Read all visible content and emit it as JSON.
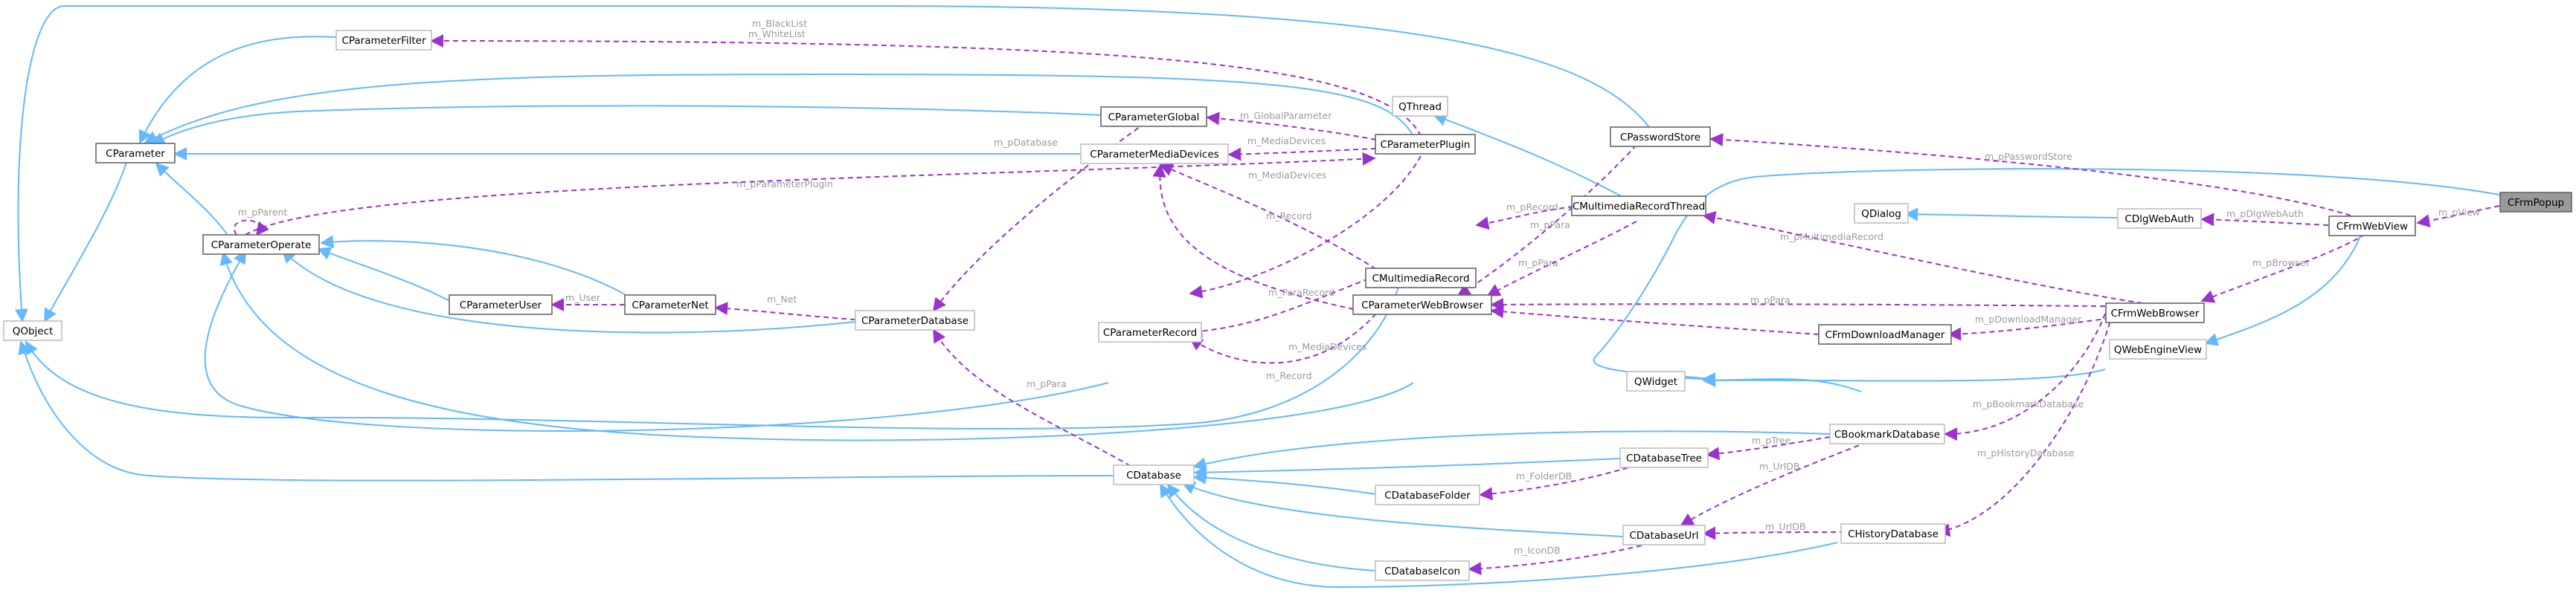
{
  "diagram": {
    "nodes": [
      {
        "id": "CFrmPopup",
        "label": "CFrmPopup"
      },
      {
        "id": "CFrmWebView",
        "label": "CFrmWebView"
      },
      {
        "id": "CDlgWebAuth",
        "label": "CDlgWebAuth"
      },
      {
        "id": "QDialog",
        "label": "QDialog"
      },
      {
        "id": "QWebEngineView",
        "label": "QWebEngineView"
      },
      {
        "id": "CFrmWebBrowser",
        "label": "CFrmWebBrowser"
      },
      {
        "id": "CPasswordStore",
        "label": "CPasswordStore"
      },
      {
        "id": "CMultimediaRecordThread",
        "label": "CMultimediaRecordThread"
      },
      {
        "id": "QThread",
        "label": "QThread"
      },
      {
        "id": "CParameterPlugin",
        "label": "CParameterPlugin"
      },
      {
        "id": "CParameterGlobal",
        "label": "CParameterGlobal"
      },
      {
        "id": "CParameterMediaDevices",
        "label": "CParameterMediaDevices"
      },
      {
        "id": "CParameterFilter",
        "label": "CParameterFilter"
      },
      {
        "id": "CParameter",
        "label": "CParameter"
      },
      {
        "id": "QObject",
        "label": "QObject"
      },
      {
        "id": "CParameterOperate",
        "label": "CParameterOperate"
      },
      {
        "id": "CParameterUser",
        "label": "CParameterUser"
      },
      {
        "id": "CParameterNet",
        "label": "CParameterNet"
      },
      {
        "id": "CParameterDatabase",
        "label": "CParameterDatabase"
      },
      {
        "id": "CParameterRecord",
        "label": "CParameterRecord"
      },
      {
        "id": "CMultimediaRecord",
        "label": "CMultimediaRecord"
      },
      {
        "id": "CParameterWebBrowser",
        "label": "CParameterWebBrowser"
      },
      {
        "id": "CFrmDownloadManager",
        "label": "CFrmDownloadManager"
      },
      {
        "id": "QWidget",
        "label": "QWidget"
      },
      {
        "id": "CBookmarkDatabase",
        "label": "CBookmarkDatabase"
      },
      {
        "id": "CDatabaseTree",
        "label": "CDatabaseTree"
      },
      {
        "id": "CDatabase",
        "label": "CDatabase"
      },
      {
        "id": "CDatabaseFolder",
        "label": "CDatabaseFolder"
      },
      {
        "id": "CDatabaseUrl",
        "label": "CDatabaseUrl"
      },
      {
        "id": "CHistoryDatabase",
        "label": "CHistoryDatabase"
      },
      {
        "id": "CDatabaseIcon",
        "label": "CDatabaseIcon"
      }
    ],
    "edge_labels": [
      "m_pView",
      "m_pDlgWebAuth",
      "m_pBrowser",
      "m_pPasswordStore",
      "m_pMultimediaRecord",
      "m_pPara",
      "m_pDownloadManager",
      "m_pBookmarkDatabase",
      "m_pHistoryDatabase",
      "m_pRecord",
      "m_pPara",
      "m_pPara",
      "m_GlobalParameter",
      "m_MediaDevices",
      "m_BlackList\nm_WhiteList",
      "m_pParameterPlugin",
      "m_Record",
      "m_pDatabase",
      "m_pParent",
      "m_User",
      "m_Net",
      "m_ParaRecord",
      "m_MediaDevices",
      "m_MediaDevices",
      "m_Record",
      "m_pPara",
      "m_pTree",
      "m_FolderDB",
      "m_UrlDB",
      "m_UrlDB",
      "m_IconDB"
    ],
    "colors": {
      "inheritance_edge": "#63b8ff",
      "usage_edge": "#9a32cd",
      "edge_label_text": "#9a9a9a",
      "node_border_documented": "#666666",
      "node_border_external": "#bfbfbf",
      "focus_node_fill": "#999999",
      "node_fill": "#ffffff"
    }
  }
}
